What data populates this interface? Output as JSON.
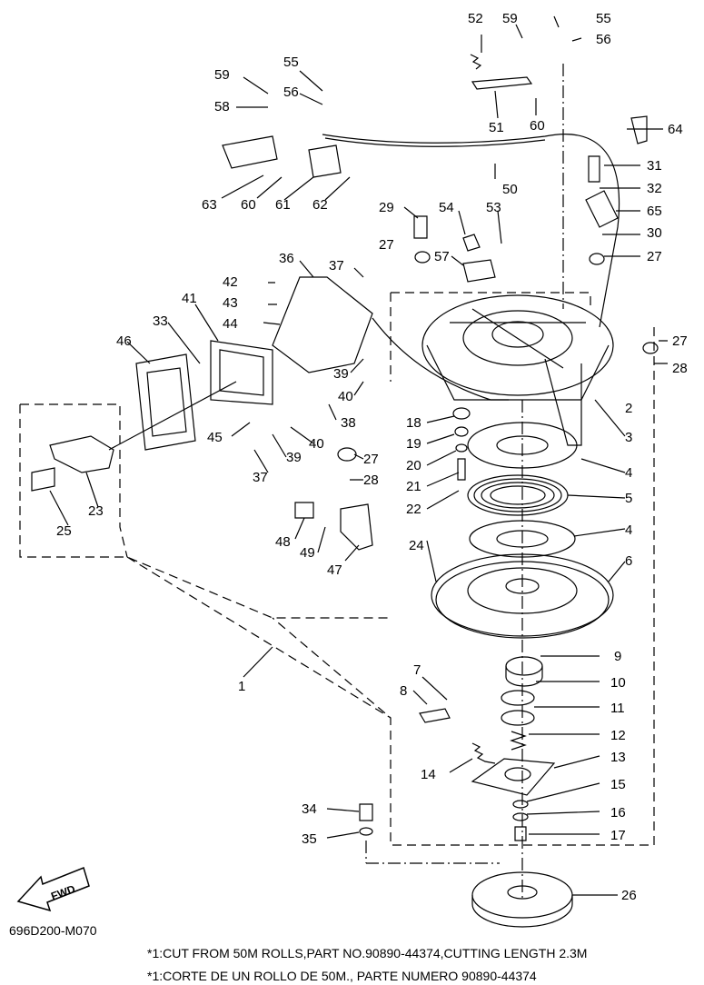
{
  "diagram": {
    "fwd_label": "FWD",
    "drawing_code": "696D200-M070",
    "footnotes": [
      "*1:CUT FROM 50M ROLLS,PART NO.90890-44374,CUTTING LENGTH 2.3M",
      "*1:CORTE DE UN ROLLO DE 50M., PARTE NUMERO 90890-44374"
    ],
    "callouts": {
      "c1": "1",
      "c2": "2",
      "c3": "3",
      "c4a": "4",
      "c4b": "4",
      "c5": "5",
      "c6": "6",
      "c7": "7",
      "c8": "8",
      "c9": "9",
      "c10": "10",
      "c11": "11",
      "c12": "12",
      "c13": "13",
      "c14": "14",
      "c15": "15",
      "c16": "16",
      "c17": "17",
      "c18": "18",
      "c19": "19",
      "c20": "20",
      "c21": "21",
      "c22": "22",
      "c23": "23",
      "c24": "24",
      "c25": "25",
      "c26": "26",
      "c27a": "27",
      "c27b": "27",
      "c27c": "27",
      "c27d": "27",
      "c28a": "28",
      "c28b": "28",
      "c29": "29",
      "c30": "30",
      "c31": "31",
      "c32": "32",
      "c33": "33",
      "c34": "34",
      "c35": "35",
      "c36": "36",
      "c37a": "37",
      "c37b": "37",
      "c38": "38",
      "c39a": "39",
      "c39b": "39",
      "c40a": "40",
      "c40b": "40",
      "c41": "41",
      "c42": "42",
      "c43": "43",
      "c44": "44",
      "c45": "45",
      "c46": "46",
      "c47": "47",
      "c48": "48",
      "c49": "49",
      "c50": "50",
      "c51": "51",
      "c52": "52",
      "c53": "53",
      "c54": "54",
      "c55a": "55",
      "c55b": "55",
      "c56a": "56",
      "c56b": "56",
      "c57": "57",
      "c58": "58",
      "c59a": "59",
      "c59b": "59",
      "c60a": "60",
      "c60b": "60",
      "c61": "61",
      "c62": "62",
      "c63": "63",
      "c64": "64",
      "c65": "65"
    }
  }
}
